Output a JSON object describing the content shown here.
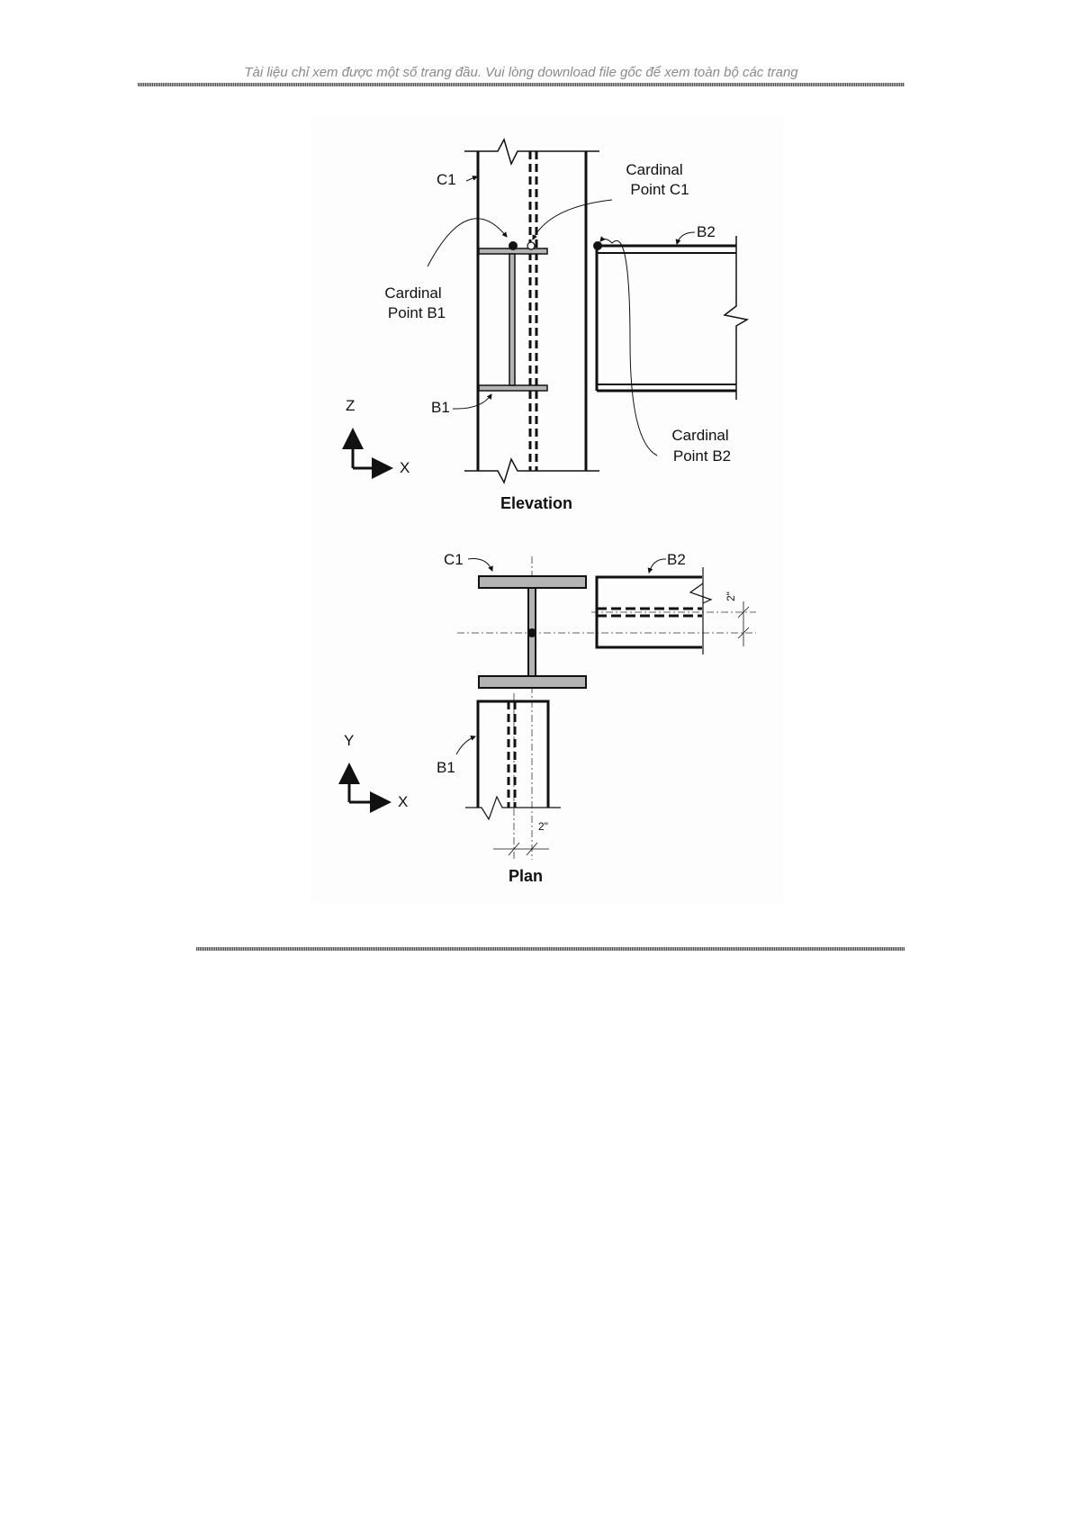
{
  "header": {
    "notice": "Tài liệu chỉ xem được một số trang đầu. Vui lòng download file gốc để xem toàn bộ các trang"
  },
  "figure": {
    "elevation": {
      "title": "Elevation",
      "labels": {
        "c1": "C1",
        "b1": "B1",
        "b2": "B2",
        "cp_c1_1": "Cardinal",
        "cp_c1_2": "Point C1",
        "cp_b1_1": "Cardinal",
        "cp_b1_2": "Point B1",
        "cp_b2_1": "Cardinal",
        "cp_b2_2": "Point B2"
      },
      "axes": {
        "vertical": "Z",
        "horizontal": "X"
      }
    },
    "plan": {
      "title": "Plan",
      "labels": {
        "c1": "C1",
        "b1": "B1",
        "b2": "B2",
        "dim_b2": "2\"",
        "dim_b1": "2\""
      },
      "axes": {
        "vertical": "Y",
        "horizontal": "X"
      }
    }
  },
  "colors": {
    "steel_fill": "#b4b4b4",
    "notice_text": "#8a8a8a"
  }
}
